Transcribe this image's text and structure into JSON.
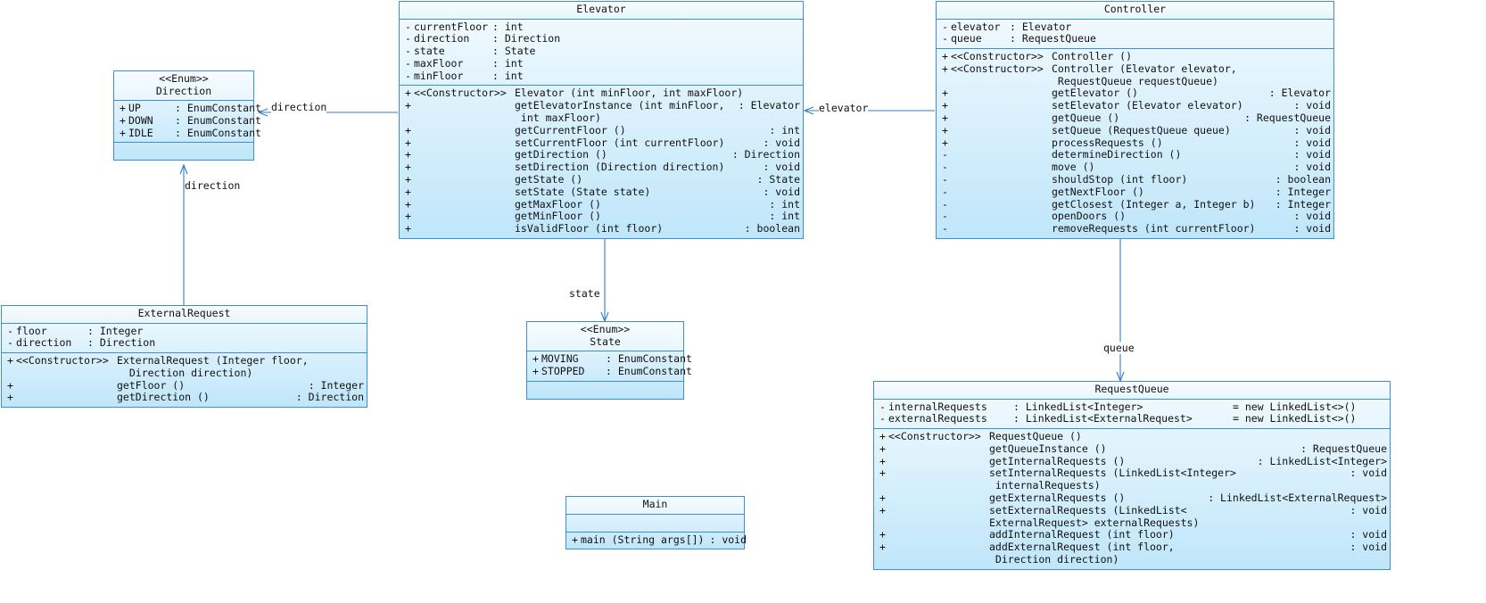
{
  "diagram": {
    "kind": "uml-class-diagram",
    "accent": "#3f8fd0",
    "fill_top": "#f4fbff",
    "fill_bottom": "#bfe6fa"
  },
  "classes": {
    "elevator": {
      "name": "Elevator",
      "fields": [
        {
          "vis": "-",
          "name": "currentFloor",
          "type": ": int"
        },
        {
          "vis": "-",
          "name": "direction",
          "type": ": Direction"
        },
        {
          "vis": "-",
          "name": "state",
          "type": ": State"
        },
        {
          "vis": "-",
          "name": "maxFloor",
          "type": ": int"
        },
        {
          "vis": "-",
          "name": "minFloor",
          "type": ": int"
        }
      ],
      "methods": [
        {
          "vis": "+",
          "stereo": "<<Constructor>>",
          "sig": "Elevator (int minFloor, int maxFloor)",
          "ret": ""
        },
        {
          "vis": "+",
          "stereo": "",
          "sig": "getElevatorInstance (int minFloor,",
          "ret": ": Elevator"
        },
        {
          "vis": "",
          "stereo": "",
          "sig": " int maxFloor)",
          "ret": ""
        },
        {
          "vis": "+",
          "stereo": "",
          "sig": "getCurrentFloor ()",
          "ret": ": int"
        },
        {
          "vis": "+",
          "stereo": "",
          "sig": "setCurrentFloor (int currentFloor)",
          "ret": ": void"
        },
        {
          "vis": "+",
          "stereo": "",
          "sig": "getDirection ()",
          "ret": ": Direction"
        },
        {
          "vis": "+",
          "stereo": "",
          "sig": "setDirection (Direction direction)",
          "ret": ": void"
        },
        {
          "vis": "+",
          "stereo": "",
          "sig": "getState ()",
          "ret": ": State"
        },
        {
          "vis": "+",
          "stereo": "",
          "sig": "setState (State state)",
          "ret": ": void"
        },
        {
          "vis": "+",
          "stereo": "",
          "sig": "getMaxFloor ()",
          "ret": ": int"
        },
        {
          "vis": "+",
          "stereo": "",
          "sig": "getMinFloor ()",
          "ret": ": int"
        },
        {
          "vis": "+",
          "stereo": "",
          "sig": "isValidFloor (int floor)",
          "ret": ": boolean"
        }
      ]
    },
    "controller": {
      "name": "Controller",
      "fields": [
        {
          "vis": "-",
          "name": "elevator",
          "type": ": Elevator"
        },
        {
          "vis": "-",
          "name": "queue",
          "type": ": RequestQueue"
        }
      ],
      "methods": [
        {
          "vis": "+",
          "stereo": "<<Constructor>>",
          "sig": "Controller ()",
          "ret": ""
        },
        {
          "vis": "+",
          "stereo": "<<Constructor>>",
          "sig": "Controller (Elevator elevator,",
          "ret": ""
        },
        {
          "vis": "",
          "stereo": "",
          "sig": " RequestQueue requestQueue)",
          "ret": ""
        },
        {
          "vis": "+",
          "stereo": "",
          "sig": "getElevator ()",
          "ret": ": Elevator"
        },
        {
          "vis": "+",
          "stereo": "",
          "sig": "setElevator (Elevator elevator)",
          "ret": ": void"
        },
        {
          "vis": "+",
          "stereo": "",
          "sig": "getQueue ()",
          "ret": ": RequestQueue"
        },
        {
          "vis": "+",
          "stereo": "",
          "sig": "setQueue (RequestQueue queue)",
          "ret": ": void"
        },
        {
          "vis": "+",
          "stereo": "",
          "sig": "processRequests ()",
          "ret": ": void"
        },
        {
          "vis": "-",
          "stereo": "",
          "sig": "determineDirection ()",
          "ret": ": void"
        },
        {
          "vis": "-",
          "stereo": "",
          "sig": "move ()",
          "ret": ": void"
        },
        {
          "vis": "-",
          "stereo": "",
          "sig": "shouldStop (int floor)",
          "ret": ": boolean"
        },
        {
          "vis": "-",
          "stereo": "",
          "sig": "getNextFloor ()",
          "ret": ": Integer"
        },
        {
          "vis": "-",
          "stereo": "",
          "sig": "getClosest (Integer a, Integer b)",
          "ret": ": Integer"
        },
        {
          "vis": "-",
          "stereo": "",
          "sig": "openDoors ()",
          "ret": ": void"
        },
        {
          "vis": "-",
          "stereo": "",
          "sig": "removeRequests (int currentFloor)",
          "ret": ": void"
        }
      ]
    },
    "direction": {
      "stereotype": "<<Enum>>",
      "name": "Direction",
      "fields": [
        {
          "vis": "+",
          "name": "UP",
          "type": ": EnumConstant"
        },
        {
          "vis": "+",
          "name": "DOWN",
          "type": ": EnumConstant"
        },
        {
          "vis": "+",
          "name": "IDLE",
          "type": ": EnumConstant"
        }
      ],
      "methods": []
    },
    "state": {
      "stereotype": "<<Enum>>",
      "name": "State",
      "fields": [
        {
          "vis": "+",
          "name": "MOVING",
          "type": ": EnumConstant"
        },
        {
          "vis": "+",
          "name": "STOPPED",
          "type": ": EnumConstant"
        }
      ],
      "methods": []
    },
    "external_request": {
      "name": "ExternalRequest",
      "fields": [
        {
          "vis": "-",
          "name": "floor",
          "type": ": Integer"
        },
        {
          "vis": "-",
          "name": "direction",
          "type": ": Direction"
        }
      ],
      "methods": [
        {
          "vis": "+",
          "stereo": "<<Constructor>>",
          "sig": "ExternalRequest (Integer floor,",
          "ret": ""
        },
        {
          "vis": "",
          "stereo": "",
          "sig": "  Direction direction)",
          "ret": ""
        },
        {
          "vis": "+",
          "stereo": "",
          "sig": "getFloor ()",
          "ret": ": Integer"
        },
        {
          "vis": "+",
          "stereo": "",
          "sig": "getDirection ()",
          "ret": ": Direction"
        }
      ]
    },
    "request_queue": {
      "name": "RequestQueue",
      "fields": [
        {
          "vis": "-",
          "name": "internalRequests",
          "type": ": LinkedList<Integer>",
          "default": "= new LinkedList<>()"
        },
        {
          "vis": "-",
          "name": "externalRequests",
          "type": ": LinkedList<ExternalRequest>",
          "default": "= new LinkedList<>()"
        }
      ],
      "methods": [
        {
          "vis": "+",
          "stereo": "<<Constructor>>",
          "sig": "RequestQueue ()",
          "ret": ""
        },
        {
          "vis": "+",
          "stereo": "",
          "sig": "getQueueInstance ()",
          "ret": ": RequestQueue"
        },
        {
          "vis": "+",
          "stereo": "",
          "sig": "getInternalRequests ()",
          "ret": ": LinkedList<Integer>"
        },
        {
          "vis": "+",
          "stereo": "",
          "sig": "setInternalRequests (LinkedList<Integer>",
          "ret": ": void"
        },
        {
          "vis": "",
          "stereo": "",
          "sig": " internalRequests)",
          "ret": ""
        },
        {
          "vis": "+",
          "stereo": "",
          "sig": "getExternalRequests ()",
          "ret": ": LinkedList<ExternalRequest>"
        },
        {
          "vis": "+",
          "stereo": "",
          "sig": "setExternalRequests (LinkedList<",
          "ret": ": void"
        },
        {
          "vis": "",
          "stereo": "",
          "sig": "ExternalRequest> externalRequests)",
          "ret": ""
        },
        {
          "vis": "+",
          "stereo": "",
          "sig": "addInternalRequest (int floor)",
          "ret": ": void"
        },
        {
          "vis": "+",
          "stereo": "",
          "sig": "addExternalRequest (int floor,",
          "ret": ": void"
        },
        {
          "vis": "",
          "stereo": "",
          "sig": " Direction direction)",
          "ret": ""
        }
      ]
    },
    "main": {
      "name": "Main",
      "fields": [],
      "methods": [
        {
          "vis": "+",
          "stereo": "",
          "sig": "main (String args[])",
          "ret": ": void"
        }
      ]
    }
  },
  "edges": [
    {
      "id": "elevator-direction",
      "label": "direction"
    },
    {
      "id": "externalrequest-direction",
      "label": "direction"
    },
    {
      "id": "elevator-state",
      "label": "state"
    },
    {
      "id": "controller-elevator",
      "label": "elevator"
    },
    {
      "id": "controller-queue",
      "label": "queue"
    }
  ]
}
